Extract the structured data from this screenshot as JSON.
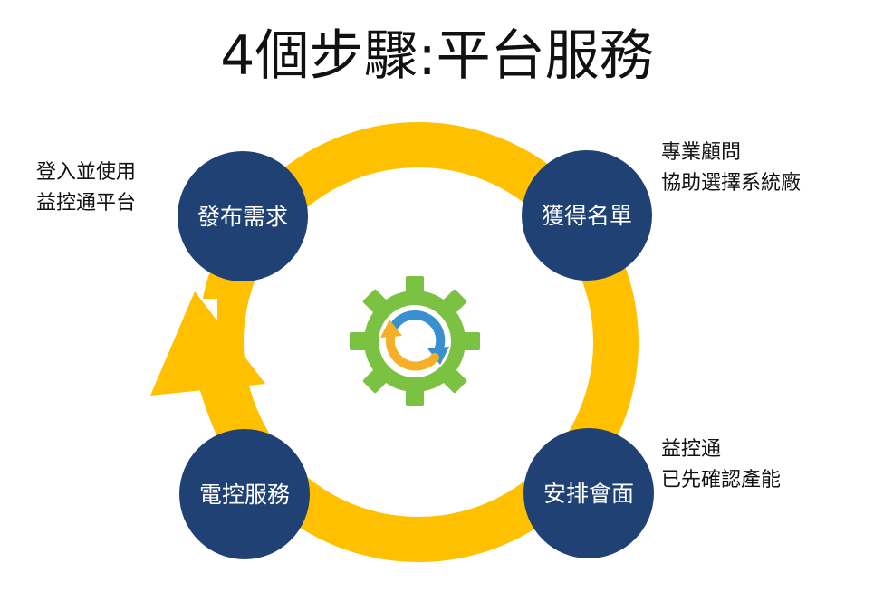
{
  "title": "4個步驟:平台服務",
  "colors": {
    "ring": "#FFC000",
    "node": "#1F4173",
    "node_text": "#FFFFFF",
    "gear": "#7CC242",
    "arrow_blue": "#3A8FD0",
    "arrow_yellow": "#F5B027"
  },
  "steps": [
    {
      "label": "發布需求",
      "note": [
        "登入並使用",
        "益控通平台"
      ]
    },
    {
      "label": "獲得名單",
      "note": [
        "專業顧問",
        "協助選擇系統廠"
      ]
    },
    {
      "label": "安排會面",
      "note": [
        "益控通",
        "已先確認產能"
      ]
    },
    {
      "label": "電控服務",
      "note": []
    }
  ],
  "center_icon": "gear-cycle-icon"
}
